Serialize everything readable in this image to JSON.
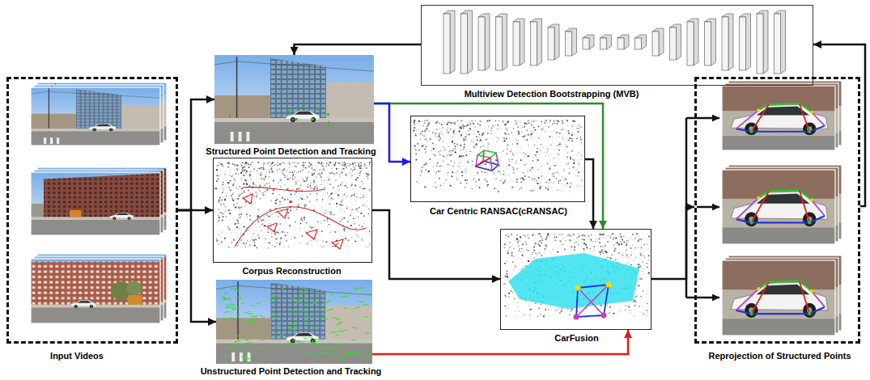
{
  "diagram": {
    "nodes": [
      {
        "text": [
          "Input Videos"
        ]
      },
      {
        "text": [
          "Multiview Detection Bootstrapping (MVB)"
        ]
      },
      {
        "text": [
          "Structured Point Detection and Tracking"
        ]
      },
      {
        "text": [
          "Corpus Reconstruction"
        ]
      },
      {
        "text": [
          "Unstructured Point Detection and Tracking"
        ]
      },
      {
        "text": [
          "Car Centric RANSAC(cRANSAC)"
        ]
      },
      {
        "text": [
          "CarFusion"
        ]
      },
      {
        "text": [
          "Reprojection of Structured Points"
        ]
      }
    ],
    "edges": [
      {
        "from": 0,
        "to": 2,
        "arrow": "to"
      },
      {
        "from": 0,
        "to": 3,
        "arrow": "to"
      },
      {
        "from": 0,
        "to": 4,
        "arrow": "to"
      },
      {
        "from": 1,
        "to": 2,
        "arrow": "to"
      },
      {
        "from": 2,
        "to": 5,
        "arrow": "to"
      },
      {
        "from": 2,
        "to": 6,
        "arrow": "to"
      },
      {
        "from": 3,
        "to": 6,
        "arrow": "to"
      },
      {
        "from": 5,
        "to": 6,
        "arrow": "to"
      },
      {
        "from": 4,
        "to": 6,
        "arrow": "to"
      },
      {
        "from": 6,
        "to": 7,
        "arrow": "to"
      },
      {
        "from": 7,
        "to": 1,
        "arrow": "to"
      }
    ]
  }
}
